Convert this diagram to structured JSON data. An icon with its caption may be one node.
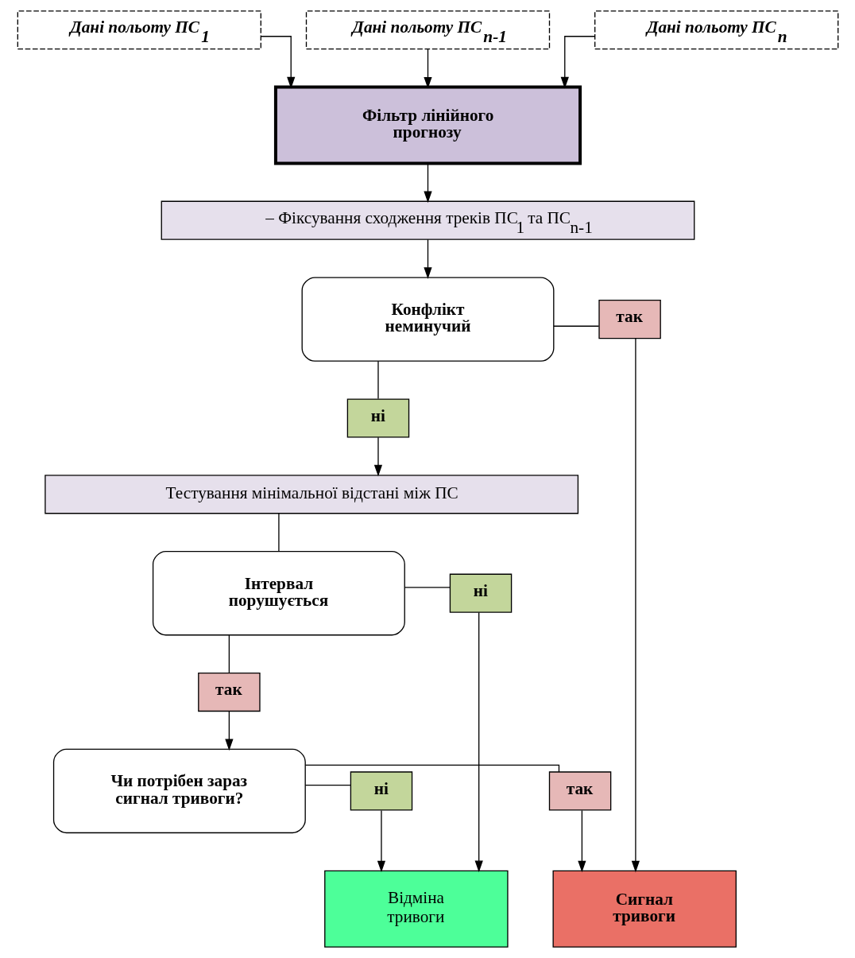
{
  "diagram": {
    "nodes": [
      {
        "text": [
          "Дані польоту ПС$_{1}$"
        ]
      },
      {
        "text": [
          "Дані польоту ПС$_{n-1}$"
        ]
      },
      {
        "text": [
          "Дані польоту ПС$_{n}$"
        ]
      },
      {
        "text": [
          "Фільтр лінійного прогнозу"
        ]
      },
      {
        "text": [
          "– Фіксування сходження треків ПС$_{1}$ та ПС$_{n-1}$"
        ]
      },
      {
        "text": [
          "Конфлікт неминучий"
        ]
      },
      {
        "text": [
          "так"
        ]
      },
      {
        "text": [
          "ні"
        ]
      },
      {
        "text": [
          "Тестування мінімальної відстані між ПС"
        ]
      },
      {
        "text": [
          "Інтервал порушується"
        ]
      },
      {
        "text": [
          "ні"
        ]
      },
      {
        "text": [
          "так"
        ]
      },
      {
        "text": [
          "Чи потрібен зараз сигнал тривоги?"
        ]
      },
      {
        "text": [
          "ні"
        ]
      },
      {
        "text": [
          "так"
        ]
      },
      {
        "text": [
          "Відміна тривоги"
        ]
      },
      {
        "text": [
          "Сигнал тривоги"
        ]
      }
    ],
    "edges": [
      {
        "from": 0,
        "to": 3,
        "arrow": "to"
      },
      {
        "from": 1,
        "to": 3,
        "arrow": "to"
      },
      {
        "from": 2,
        "to": 3,
        "arrow": "to"
      },
      {
        "from": 3,
        "to": 4,
        "arrow": "to"
      },
      {
        "from": 4,
        "to": 5,
        "arrow": "to"
      },
      {
        "from": 5,
        "to": 6,
        "arrow": "none"
      },
      {
        "from": 6,
        "to": 16,
        "arrow": "to"
      },
      {
        "from": 5,
        "to": 7,
        "arrow": "none"
      },
      {
        "from": 7,
        "to": 8,
        "arrow": "to"
      },
      {
        "from": 8,
        "to": 9,
        "arrow": "none"
      },
      {
        "from": 9,
        "to": 10,
        "arrow": "none"
      },
      {
        "from": 10,
        "to": 15,
        "arrow": "to"
      },
      {
        "from": 9,
        "to": 11,
        "arrow": "none"
      },
      {
        "from": 11,
        "to": 12,
        "arrow": "to"
      },
      {
        "from": 12,
        "to": 13,
        "arrow": "none"
      },
      {
        "from": 13,
        "to": 15,
        "arrow": "to"
      },
      {
        "from": 12,
        "to": 14,
        "arrow": "none"
      },
      {
        "from": 14,
        "to": 16,
        "arrow": "to"
      }
    ]
  }
}
